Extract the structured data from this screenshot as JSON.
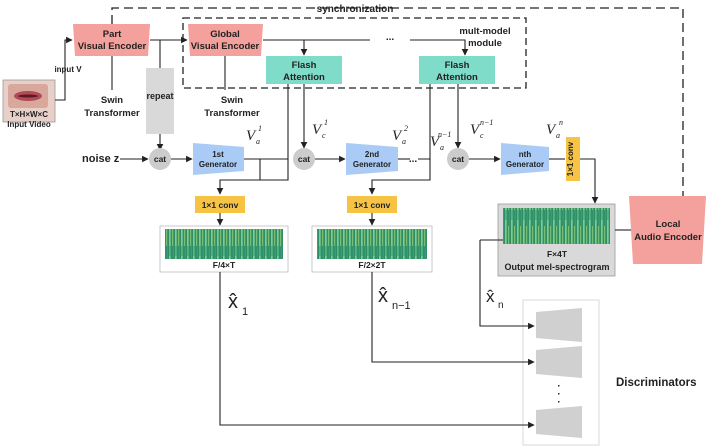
{
  "sync_label": "synchronization",
  "input_video": {
    "line1": "T×H×W×C",
    "line2": "Input Video",
    "arrow_label": "input V"
  },
  "part_encoder": {
    "line1": "Part",
    "line2": "Visual Encoder"
  },
  "global_encoder": {
    "line1": "Global",
    "line2": "Visual Encoder"
  },
  "swin_left": {
    "line1": "Swin",
    "line2": "Transformer"
  },
  "swin_mid": {
    "line1": "Swin",
    "line2": "Transformer"
  },
  "multimodel": {
    "line1": "mult-model",
    "line2": "module",
    "dots": "..."
  },
  "flash1": {
    "line1": "Flash",
    "line2": "Attention"
  },
  "flash2": {
    "line1": "Flash",
    "line2": "Attention"
  },
  "repeat_label": "repeat",
  "noise_label": "noise z",
  "cat_label": "cat",
  "gen1": {
    "line1": "1st",
    "line2": "Generator"
  },
  "gen2": {
    "line1": "2nd",
    "line2": "Generator"
  },
  "genn": {
    "line1": "nth",
    "line2": "Generator"
  },
  "va1": {
    "base": "V",
    "sub": "a",
    "sup": "1"
  },
  "vc1": {
    "base": "V",
    "sub": "c",
    "sup": "1"
  },
  "va2": {
    "base": "V",
    "sub": "a",
    "sup": "2"
  },
  "van1": {
    "base": "V",
    "sub": "a",
    "sup": "n−1"
  },
  "vcn1": {
    "base": "V",
    "sub": "c",
    "sup": "n−1"
  },
  "van": {
    "base": "V",
    "sub": "a",
    "sup": "n"
  },
  "dots": "...",
  "conv_label": "1×1 conv",
  "spec1_label": "F/4×T",
  "spec2_label": "F/2×2T",
  "out_label1": "F×4T",
  "out_label2": "Output mel-spectrogram",
  "audio_encoder": {
    "line1": "Local",
    "line2": "Audio Encoder"
  },
  "x1": {
    "base": "x̂",
    "sub": "1"
  },
  "xn1": {
    "base": "x̂",
    "sub": "n−1"
  },
  "xn": {
    "base": "x̂",
    "sub": "n"
  },
  "disc_label": "Discriminators",
  "vdots": "·",
  "colors": {
    "encoder": "#f4a09c",
    "flash": "#7fdcc8",
    "generator": "#a9cbf5",
    "conv": "#f6c344",
    "repeat": "#d9d9d9",
    "cat": "#cccccc",
    "spec_bg": "#2f8f5f",
    "disc": "#d0d0d0"
  }
}
